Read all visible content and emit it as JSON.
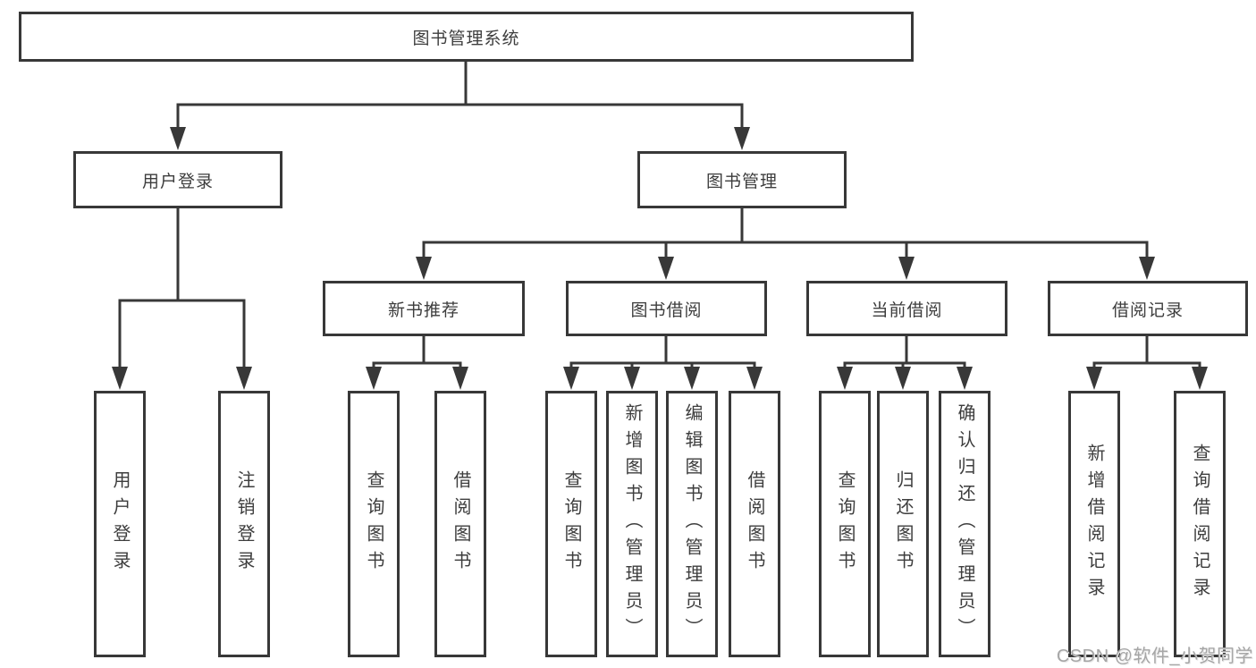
{
  "diagram_title": "图书管理系统",
  "watermark": "CSDN @软件_小贺同学",
  "colors": {
    "line": "#383838",
    "box_border": "#383838",
    "text": "#3d3d3d",
    "background": "#ffffff",
    "watermark": "#a6a6a6"
  },
  "nodes": {
    "root": {
      "label": "图书管理系统"
    },
    "user_login": {
      "label": "用户登录"
    },
    "book_mgmt": {
      "label": "图书管理"
    },
    "new_book_rec": {
      "label": "新书推荐"
    },
    "book_borrow": {
      "label": "图书借阅"
    },
    "current_borrow": {
      "label": "当前借阅"
    },
    "borrow_record": {
      "label": "借阅记录"
    },
    "leaf_user_login": {
      "label": "用户登录"
    },
    "leaf_logout": {
      "label": "注销登录"
    },
    "leaf_query_book_a": {
      "label": "查询图书"
    },
    "leaf_borrow_book_a": {
      "label": "借阅图书"
    },
    "leaf_query_book_b": {
      "label": "查询图书"
    },
    "leaf_add_book": {
      "label": "新增图书（管理员）"
    },
    "leaf_edit_book": {
      "label": "编辑图书（管理员）"
    },
    "leaf_borrow_book_b": {
      "label": "借阅图书"
    },
    "leaf_query_book_c": {
      "label": "查询图书"
    },
    "leaf_return_book": {
      "label": "归还图书"
    },
    "leaf_confirm_return": {
      "label": "确认归还（管理员）"
    },
    "leaf_add_record": {
      "label": "新增借阅记录"
    },
    "leaf_query_record": {
      "label": "查询借阅记录"
    }
  },
  "edges": [
    {
      "from": "root",
      "to": "user_login"
    },
    {
      "from": "root",
      "to": "book_mgmt"
    },
    {
      "from": "user_login",
      "to": "leaf_user_login"
    },
    {
      "from": "user_login",
      "to": "leaf_logout"
    },
    {
      "from": "book_mgmt",
      "to": "new_book_rec"
    },
    {
      "from": "book_mgmt",
      "to": "book_borrow"
    },
    {
      "from": "book_mgmt",
      "to": "current_borrow"
    },
    {
      "from": "book_mgmt",
      "to": "borrow_record"
    },
    {
      "from": "new_book_rec",
      "to": "leaf_query_book_a"
    },
    {
      "from": "new_book_rec",
      "to": "leaf_borrow_book_a"
    },
    {
      "from": "book_borrow",
      "to": "leaf_query_book_b"
    },
    {
      "from": "book_borrow",
      "to": "leaf_add_book"
    },
    {
      "from": "book_borrow",
      "to": "leaf_edit_book"
    },
    {
      "from": "book_borrow",
      "to": "leaf_borrow_book_b"
    },
    {
      "from": "current_borrow",
      "to": "leaf_query_book_c"
    },
    {
      "from": "current_borrow",
      "to": "leaf_return_book"
    },
    {
      "from": "current_borrow",
      "to": "leaf_confirm_return"
    },
    {
      "from": "borrow_record",
      "to": "leaf_add_record"
    },
    {
      "from": "borrow_record",
      "to": "leaf_query_record"
    }
  ]
}
